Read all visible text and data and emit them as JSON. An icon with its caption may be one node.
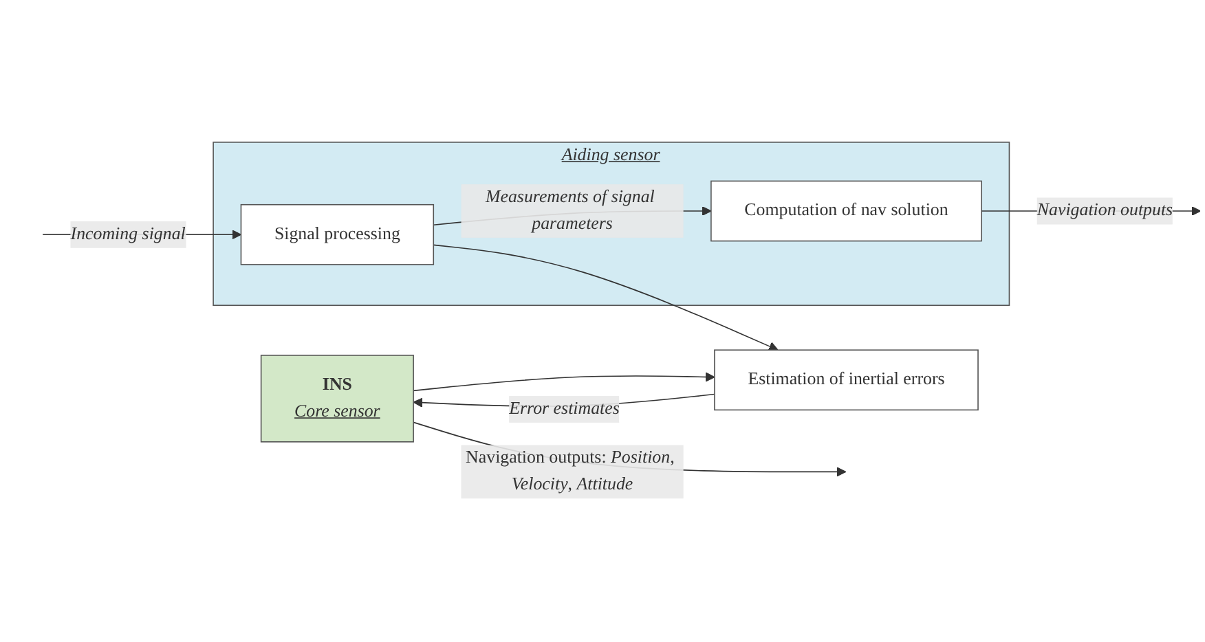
{
  "diagram": {
    "nodes": [
      {
        "text": [
          "INS",
          "Core sensor"
        ]
      },
      {
        "text": [
          "Estimation of inertial errors"
        ]
      },
      {
        "text": [
          "Aiding sensor"
        ]
      },
      {
        "text": [
          "Signal processing"
        ],
        "in": 2
      },
      {
        "text": [
          "Computation of nav solution"
        ],
        "in": 2
      }
    ],
    "edges": [
      {
        "from": 0,
        "to": null,
        "arrow": "to",
        "label": "Navigation outputs: *Position*, *Velocity*, *Attitude*"
      },
      {
        "from": 0,
        "to": 1,
        "arrow": "to"
      },
      {
        "from": 1,
        "to": 0,
        "arrow": "to",
        "label": "Error estimates"
      },
      {
        "from": null,
        "to": 3,
        "arrow": "to",
        "label": "Incoming signal"
      },
      {
        "from": 3,
        "to": 4,
        "arrow": "to",
        "label": "Measurements of signal parameters"
      },
      {
        "from": 3,
        "to": 1,
        "arrow": "to"
      },
      {
        "from": 4,
        "to": null,
        "arrow": "to",
        "label": "Navigation outputs"
      }
    ]
  }
}
